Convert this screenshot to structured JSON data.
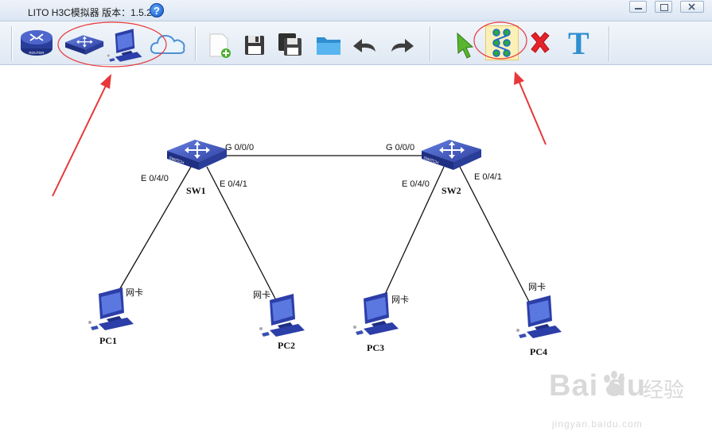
{
  "window": {
    "title": "LITO H3C模拟器 版本：1.5.2",
    "help_glyph": "?"
  },
  "toolbar": {
    "buttons": [
      {
        "name": "router",
        "icon": "router-icon",
        "caption": "ROUTER"
      },
      {
        "name": "switch",
        "icon": "switch-icon",
        "caption": "SWITCH"
      },
      {
        "name": "pc",
        "icon": "pc-icon"
      },
      {
        "name": "cloud",
        "icon": "cloud-icon"
      },
      {
        "name": "new",
        "icon": "new-file-icon"
      },
      {
        "name": "save",
        "icon": "save-icon"
      },
      {
        "name": "save-as",
        "icon": "save-as-icon"
      },
      {
        "name": "open",
        "icon": "open-folder-icon"
      },
      {
        "name": "undo",
        "icon": "undo-icon"
      },
      {
        "name": "redo",
        "icon": "redo-icon"
      },
      {
        "name": "select",
        "icon": "cursor-icon"
      },
      {
        "name": "connect",
        "icon": "connect-icon"
      },
      {
        "name": "delete",
        "icon": "delete-icon"
      },
      {
        "name": "text",
        "icon": "text-icon",
        "glyph": "T"
      }
    ]
  },
  "topology": {
    "switches": [
      {
        "name": "SW1",
        "caption": "SWITCH"
      },
      {
        "name": "SW2",
        "caption": "SWITCH"
      }
    ],
    "pcs": [
      {
        "name": "PC1",
        "port_label": "网卡"
      },
      {
        "name": "PC2",
        "port_label": "网卡"
      },
      {
        "name": "PC3",
        "port_label": "网卡"
      },
      {
        "name": "PC4",
        "port_label": "网卡"
      }
    ],
    "port_labels": {
      "sw1_g": "G 0/0/0",
      "sw2_g": "G 0/0/0",
      "sw1_e0": "E 0/4/0",
      "sw1_e1": "E 0/4/1",
      "sw2_e0": "E 0/4/0",
      "sw2_e1": "E 0/4/1"
    }
  },
  "annotations": {
    "highlight_color": "#e8373a"
  },
  "watermark": {
    "brand": "Bai  du",
    "sub": "经验",
    "url": "jingyan.baidu.com"
  }
}
